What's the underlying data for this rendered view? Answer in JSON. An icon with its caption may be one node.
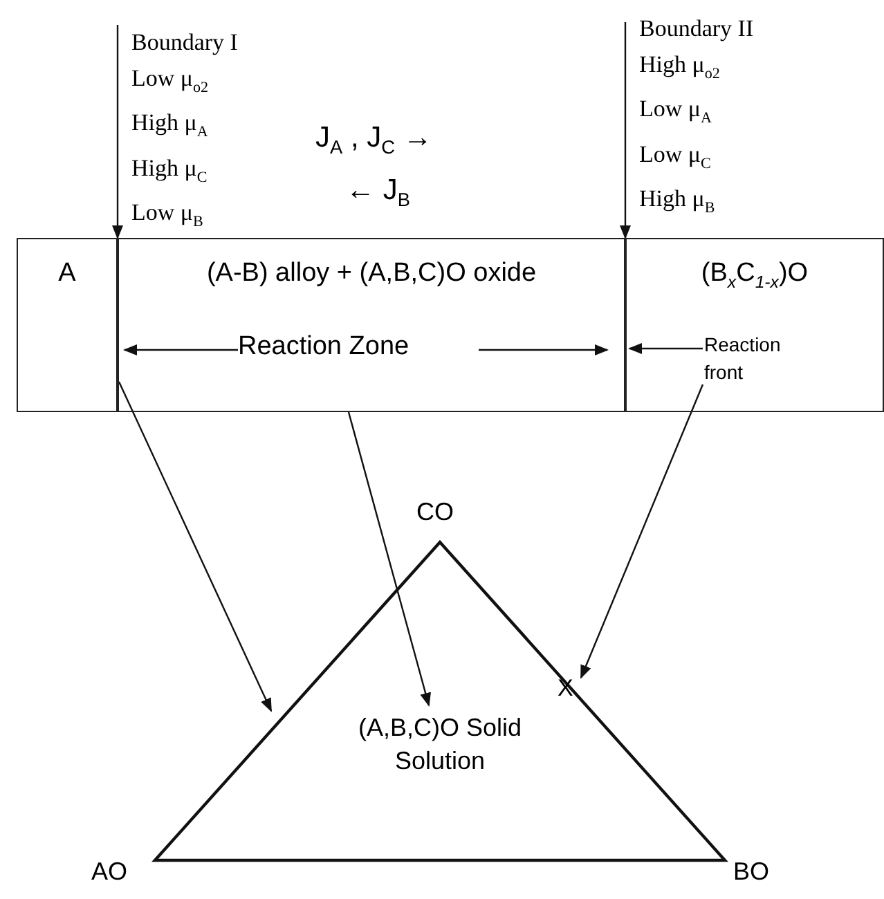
{
  "diagram": {
    "nodes": [
      {
        "text": [
          "A"
        ]
      },
      {
        "text": [
          "(A-B) alloy + (A,B,C)O oxide"
        ]
      },
      {
        "text": [
          "(B$_{x}$C$_{1-x}$)O"
        ]
      },
      {
        "text": [
          "Boundary I",
          "Low μ$_{o2}$",
          "High μ$_{A}$",
          "High μ$_{C}$",
          "Low μ$_{B}$"
        ]
      },
      {
        "text": [
          "Boundary II",
          "High μ$_{o2}$",
          "Low μ$_{A}$",
          "Low μ$_{C}$",
          "High μ$_{B}$"
        ]
      },
      {
        "text": [
          "Reaction front"
        ],
        "in": 2
      },
      {
        "text": [
          "(A,B,C)O Solid Solution"
        ],
        "beside": [
          "CO",
          "AO",
          "BO"
        ]
      }
    ],
    "edges": [
      {
        "from": 3,
        "to": 1,
        "arrow": "to"
      },
      {
        "from": 4,
        "to": 2,
        "arrow": "to"
      },
      {
        "from": 1,
        "to": 6,
        "arrow": "to"
      },
      {
        "from": 1,
        "to": 6,
        "arrow": "to"
      },
      {
        "from": 5,
        "to": 6,
        "arrow": "to"
      },
      {
        "from": 5,
        "to": 2,
        "arrow": "to"
      }
    ],
    "labels": [
      "J$_{A}$ , J$_{C}$ →",
      "← J$_{B}$",
      "Reaction Zone",
      "X"
    ]
  }
}
